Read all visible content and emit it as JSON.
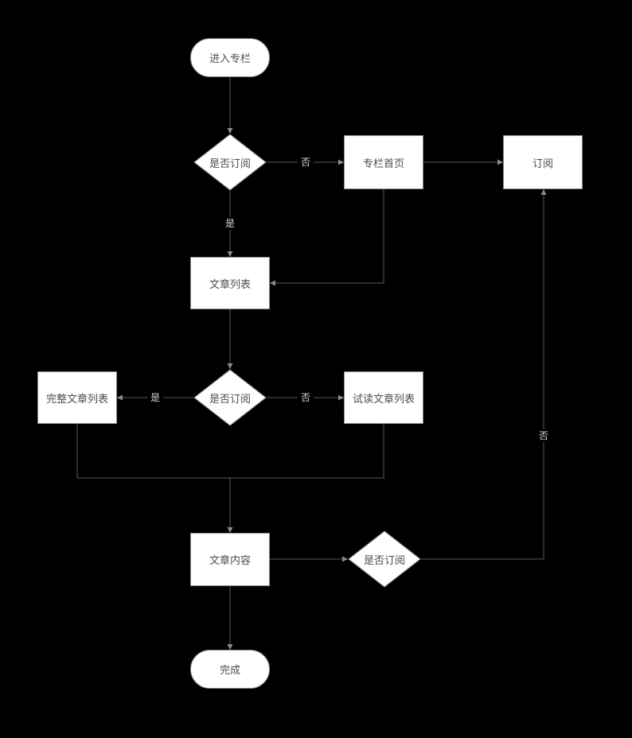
{
  "colors": {
    "background": "#000000",
    "node_fill": "#ffffff",
    "node_border": "#8c8c8c",
    "node_text": "#4d4d4d",
    "line": "#595959",
    "arrow": "#8c8c8c",
    "edge_label_text": "#d9d9d9"
  },
  "nodes": {
    "start": {
      "label": "进入专栏",
      "type": "terminator"
    },
    "decision1": {
      "label": "是否订阅",
      "type": "decision"
    },
    "column_home": {
      "label": "专栏首页",
      "type": "process"
    },
    "subscribe": {
      "label": "订阅",
      "type": "process"
    },
    "article_list": {
      "label": "文章列表",
      "type": "process"
    },
    "decision2": {
      "label": "是否订阅",
      "type": "decision"
    },
    "full_article_list": {
      "label": "完整文章列表",
      "type": "process"
    },
    "trial_article_list": {
      "label": "试读文章列表",
      "type": "process"
    },
    "article_content": {
      "label": "文章内容",
      "type": "process"
    },
    "decision3": {
      "label": "是否订阅",
      "type": "decision"
    },
    "end": {
      "label": "完成",
      "type": "terminator"
    }
  },
  "edge_labels": {
    "no1": "否",
    "yes1": "是",
    "yes2": "是",
    "no2": "否",
    "no3": "否"
  }
}
